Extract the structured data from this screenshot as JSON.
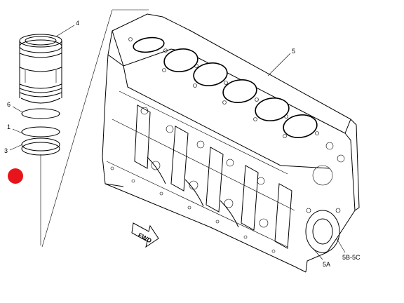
{
  "callouts": {
    "liner": "4",
    "block": "5",
    "seal_upper": "6",
    "seal_mid": "1",
    "seal_lower": "3",
    "rear_cover": "5A",
    "rear_plate": "5B-5C"
  },
  "direction_label": "FWD",
  "marker_color": "#e8141c"
}
